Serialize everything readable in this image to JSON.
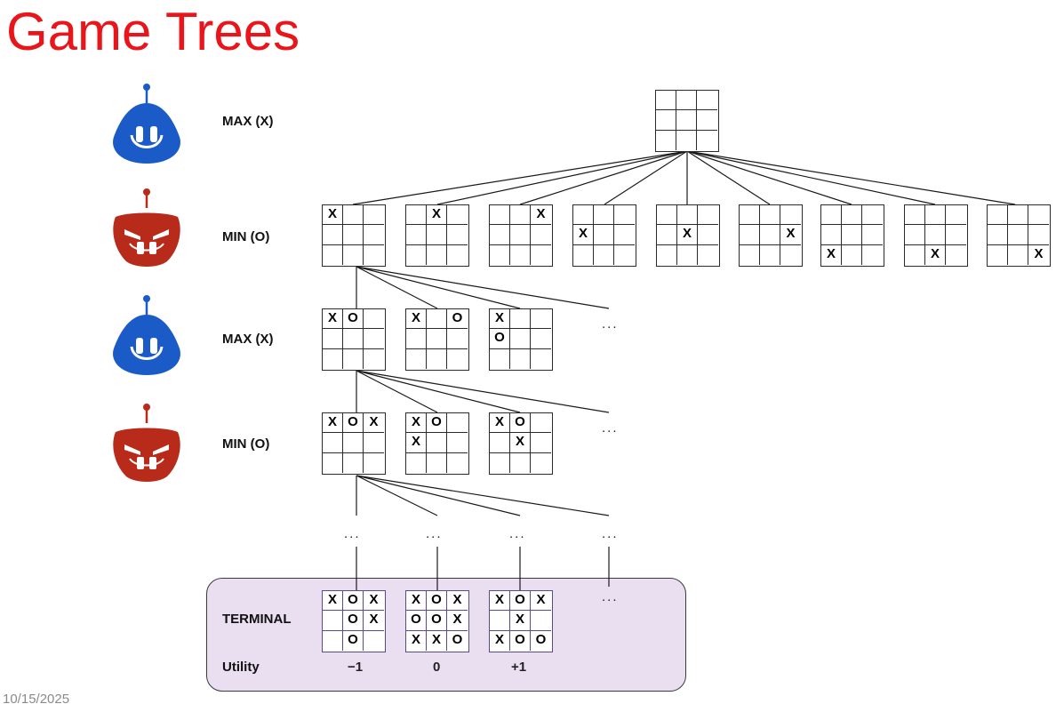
{
  "slide": {
    "title": "Game Trees",
    "date": "10/15/2025"
  },
  "levels": [
    {
      "label": "MAX (X)",
      "player": "max",
      "color": "#1a5bc8"
    },
    {
      "label": "MIN (O)",
      "player": "min",
      "color": "#b82a1a"
    },
    {
      "label": "MAX (X)",
      "player": "max",
      "color": "#1a5bc8"
    },
    {
      "label": "MIN (O)",
      "player": "min",
      "color": "#b82a1a"
    }
  ],
  "terminal": {
    "label": "TERMINAL",
    "utility_label": "Utility"
  },
  "ellipsis": "...",
  "boards": {
    "root": [
      "",
      "",
      "",
      "",
      "",
      "",
      "",
      "",
      ""
    ],
    "level1": [
      [
        "X",
        "",
        "",
        "",
        "",
        "",
        "",
        "",
        ""
      ],
      [
        "",
        "X",
        "",
        "",
        "",
        "",
        "",
        "",
        ""
      ],
      [
        "",
        "",
        "X",
        "",
        "",
        "",
        "",
        "",
        ""
      ],
      [
        "",
        "",
        "",
        "X",
        "",
        "",
        "",
        "",
        ""
      ],
      [
        "",
        "",
        "",
        "",
        "X",
        "",
        "",
        "",
        ""
      ],
      [
        "",
        "",
        "",
        "",
        "",
        "X",
        "",
        "",
        ""
      ],
      [
        "",
        "",
        "",
        "",
        "",
        "",
        "X",
        "",
        ""
      ],
      [
        "",
        "",
        "",
        "",
        "",
        "",
        "",
        "X",
        ""
      ],
      [
        "",
        "",
        "",
        "",
        "",
        "",
        "",
        "",
        "X"
      ]
    ],
    "level2": [
      [
        "X",
        "O",
        "",
        "",
        "",
        "",
        "",
        "",
        ""
      ],
      [
        "X",
        "",
        "O",
        "",
        "",
        "",
        "",
        "",
        ""
      ],
      [
        "X",
        "",
        "",
        "O",
        "",
        "",
        "",
        "",
        ""
      ]
    ],
    "level3": [
      [
        "X",
        "O",
        "X",
        "",
        "",
        "",
        "",
        "",
        ""
      ],
      [
        "X",
        "O",
        "",
        "X",
        "",
        "",
        "",
        "",
        ""
      ],
      [
        "X",
        "O",
        "",
        "",
        "X",
        "",
        "",
        "",
        ""
      ]
    ],
    "terminal": [
      [
        "X",
        "O",
        "X",
        "",
        "O",
        "X",
        "",
        "O",
        ""
      ],
      [
        "X",
        "O",
        "X",
        "O",
        "O",
        "X",
        "X",
        "X",
        "O"
      ],
      [
        "X",
        "O",
        "X",
        "",
        "X",
        "",
        "X",
        "O",
        "O"
      ]
    ]
  },
  "utilities": [
    "−1",
    "0",
    "+1"
  ]
}
